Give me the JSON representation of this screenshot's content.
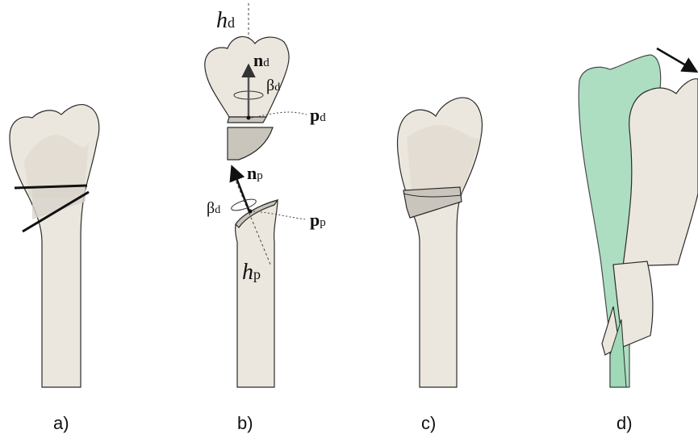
{
  "panels": {
    "a": {
      "label": "a)"
    },
    "b": {
      "label": "b)",
      "symbols": {
        "hd": "h",
        "hd_sub": "d",
        "nd": "n",
        "nd_sub": "d",
        "beta_d": "β",
        "beta_d_sub": "d",
        "pd": "p",
        "pd_sub": "d",
        "np": "n",
        "np_sub": "p",
        "beta_d2": "β",
        "beta_d2_sub": "d",
        "pp": "p",
        "pp_sub": "p",
        "hp": "h",
        "hp_sub": "p"
      }
    },
    "c": {
      "label": "c)"
    },
    "d": {
      "label": "d)"
    }
  },
  "colors": {
    "bone": "#ece7de",
    "wedge": "#c9c5bd",
    "overlay_green": "#9fd9b8",
    "outline": "#2b2b2b"
  }
}
